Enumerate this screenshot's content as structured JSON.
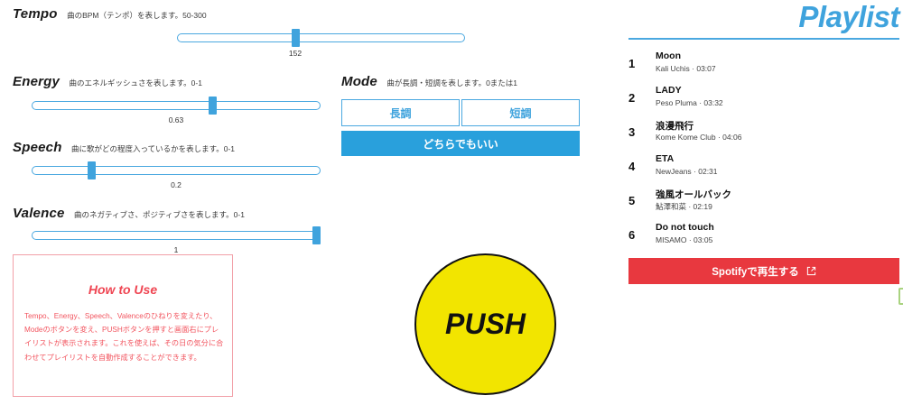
{
  "params": [
    {
      "name": "Tempo",
      "desc": "曲のBPM（テンポ）を表します。50-300",
      "value": "152"
    },
    {
      "name": "Energy",
      "desc": "曲のエネルギッシュさを表します。0-1",
      "value": "0.63"
    },
    {
      "name": "Speech",
      "desc": "曲に歌がどの程度入っているかを表します。0-1",
      "value": "0.2"
    },
    {
      "name": "Valence",
      "desc": "曲のネガティブさ、ポジティブさを表します。0-1",
      "value": "1"
    }
  ],
  "mode": {
    "name": "Mode",
    "desc": "曲が長調・短調を表します。0または1",
    "major_label": "長調",
    "minor_label": "短調",
    "any_label": "どちらでもいい"
  },
  "howto": {
    "title": "How to Use",
    "body": "Tempo、Energy、Speech、Valenceのひねりを変えたり、Modeのボタンを変え、PUSHボタンを押すと画面右にプレイリストが表示されます。これを使えば、その日の気分に合わせてプレイリストを自動作成することができます。"
  },
  "push": {
    "label": "PUSH"
  },
  "playlist": {
    "title": "Playlist",
    "tracks": [
      {
        "index": "1",
        "title": "Moon",
        "meta": "Kali Uchis · 03:07"
      },
      {
        "index": "2",
        "title": "LADY",
        "meta": "Peso Pluma · 03:32"
      },
      {
        "index": "3",
        "title": "浪漫飛行",
        "meta": "Kome Kome Club · 04:06"
      },
      {
        "index": "4",
        "title": "ETA",
        "meta": "NewJeans · 02:31"
      },
      {
        "index": "5",
        "title": "強風オールバック",
        "meta": "鮎澤和菜 · 02:19"
      },
      {
        "index": "6",
        "title": "Do not touch",
        "meta": "MISAMO · 03:05"
      }
    ],
    "spotify_button": "Spotifyで再生する"
  },
  "colors": {
    "accent_blue": "#3fa3dd",
    "push_yellow": "#f2e500",
    "spotify_red": "#e8383f",
    "howto_pink": "#f2555f"
  }
}
